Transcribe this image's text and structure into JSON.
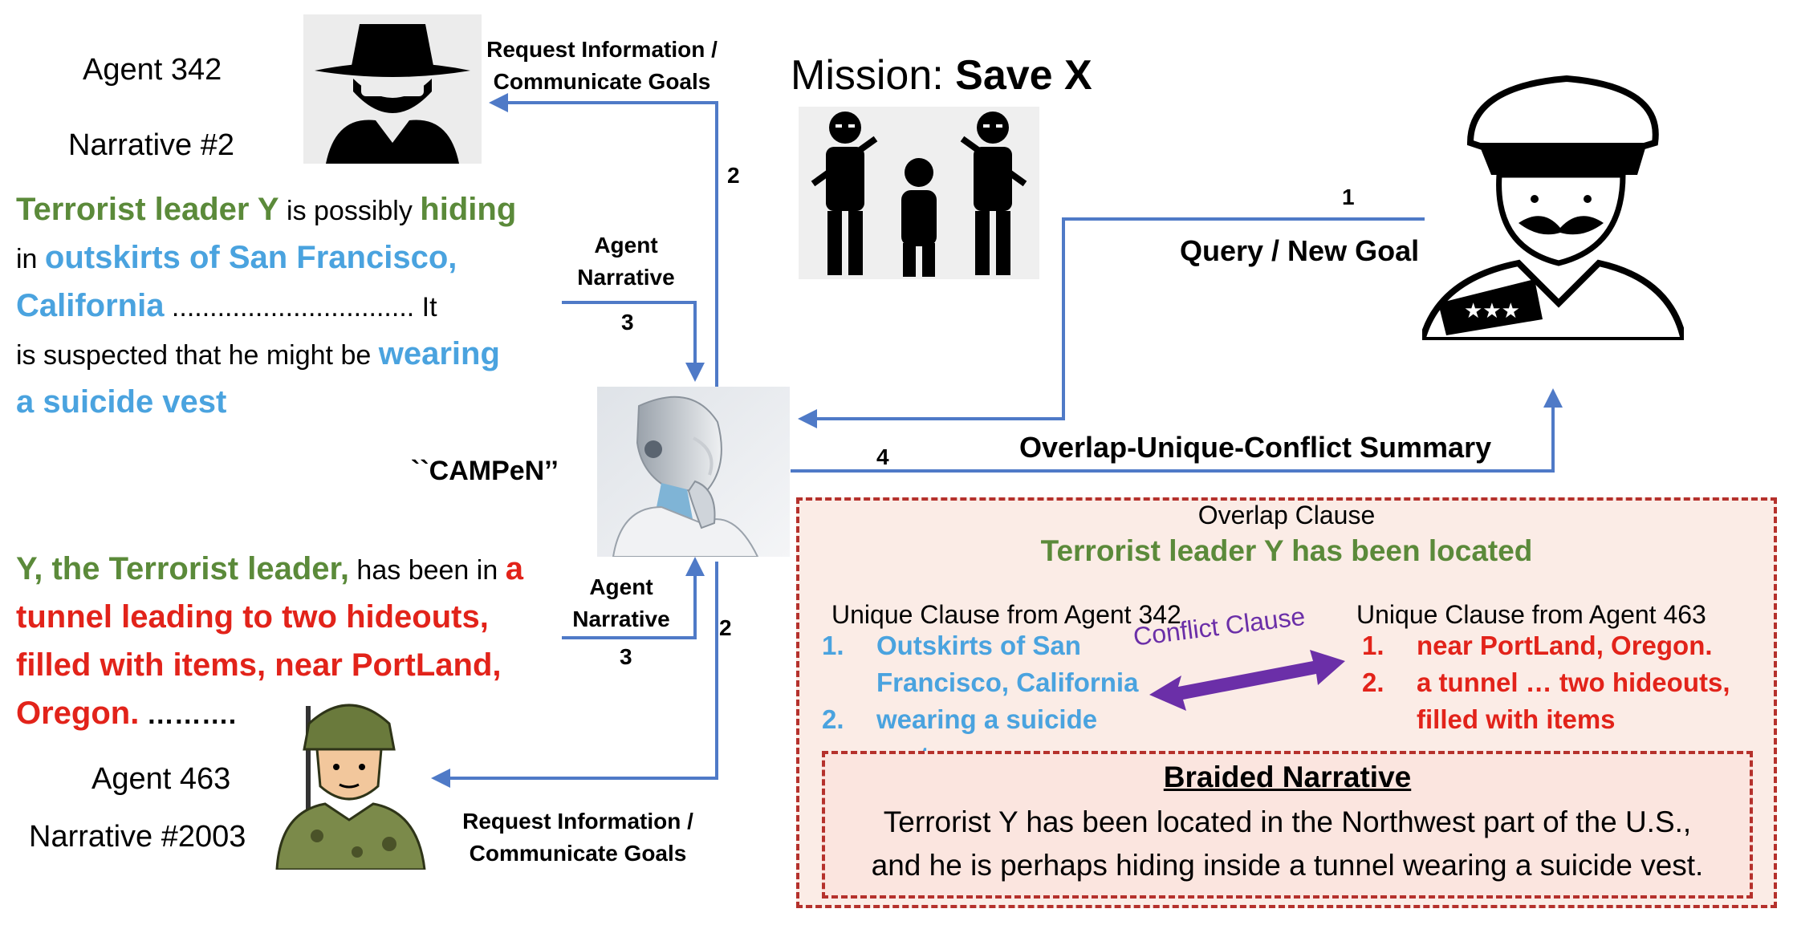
{
  "agent342": {
    "name": "Agent 342",
    "narrative_id": "Narrative #2"
  },
  "agent463": {
    "name": "Agent 463",
    "narrative_id": "Narrative #2003"
  },
  "narrative1": {
    "p1": "Terrorist leader Y",
    "p2": " is possibly ",
    "p3": "hiding",
    "p4": "in ",
    "p5": "outskirts of San Francisco,",
    "p6": "California",
    "p7": " ................................  It",
    "p8": "is suspected that he might be ",
    "p9": "wearing",
    "p10": "a suicide vest"
  },
  "narrative2": {
    "p1": "Y, the Terrorist leader,",
    "p2": " has been in ",
    "p3": "a",
    "p4": "tunnel leading to two hideouts,",
    "p5": "filled with items, near PortLand,",
    "p6": "Oregon.",
    "p7": " ………."
  },
  "mission": {
    "prefix": "Mission: ",
    "target": "Save X"
  },
  "campen_label": "``CAMPeN’’",
  "arrows": {
    "request_top": [
      "Request Information /",
      "Communicate Goals"
    ],
    "request_bottom": [
      "Request Information /",
      "Communicate Goals"
    ],
    "agent_narrative_top": [
      "Agent",
      "Narrative"
    ],
    "agent_narrative_bottom": [
      "Agent",
      "Narrative"
    ],
    "query": "Query / New Goal",
    "summary": "Overlap-Unique-Conflict Summary",
    "n1": "1",
    "n2_top": "2",
    "n2_bottom": "2",
    "n3_top": "3",
    "n3_bottom": "3",
    "n4": "4"
  },
  "summary": {
    "overlap_heading": "Overlap Clause",
    "overlap_text": "Terrorist leader Y has been located",
    "unique342_heading": "Unique Clause from Agent 342",
    "unique463_heading": "Unique Clause from Agent 463",
    "unique342_items": [
      {
        "n": "1.",
        "text": "Outskirts of  San Francisco, California"
      },
      {
        "n": "2.",
        "text": "wearing a suicide vest"
      }
    ],
    "unique463_items": [
      {
        "n": "1.",
        "text": "near PortLand, Oregon."
      },
      {
        "n": "2.",
        "text": "a tunnel … two hideouts, filled with items"
      }
    ],
    "conflict_label": "Conflict Clause",
    "braided_heading": "Braided Narrative",
    "braided_line1": "Terrorist Y has been located in the Northwest part of the U.S.,",
    "braided_line2": "and he is perhaps hiding inside a tunnel wearing a suicide vest."
  },
  "colors": {
    "arrow": "#4f7ac7",
    "green": "#5b8a3a",
    "blue": "#4aa3df",
    "red": "#e2231a",
    "conflict": "#6b2fa8"
  },
  "icons": [
    "spy-icon",
    "soldier-icon",
    "general-icon",
    "robot-icon",
    "hostage-mission-icon"
  ]
}
